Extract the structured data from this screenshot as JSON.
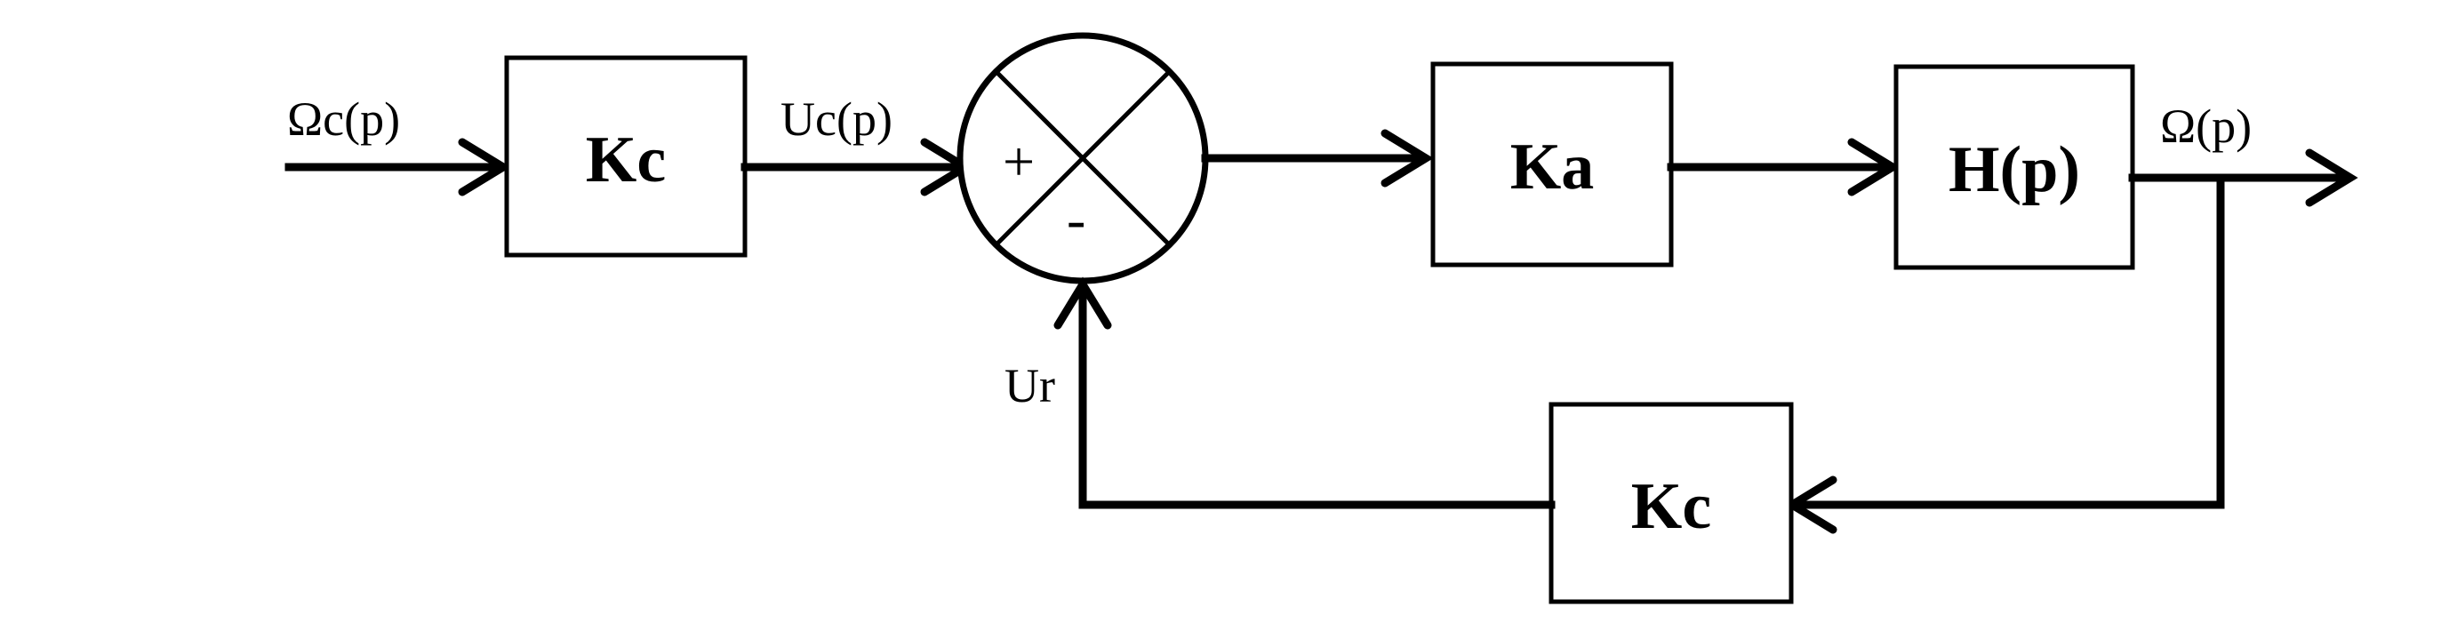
{
  "blocks": {
    "sensor_gain_in": "Kc",
    "amplifier_gain": "Ka",
    "plant": "H(p)",
    "sensor_gain_feedback": "Kc"
  },
  "signals": {
    "reference": "Ωc(p)",
    "reference_voltage": "Uc(p)",
    "output": "Ω(p)",
    "feedback_voltage": "Ur"
  },
  "summing_junction": {
    "plus_sign": "+",
    "minus_sign": "-"
  }
}
